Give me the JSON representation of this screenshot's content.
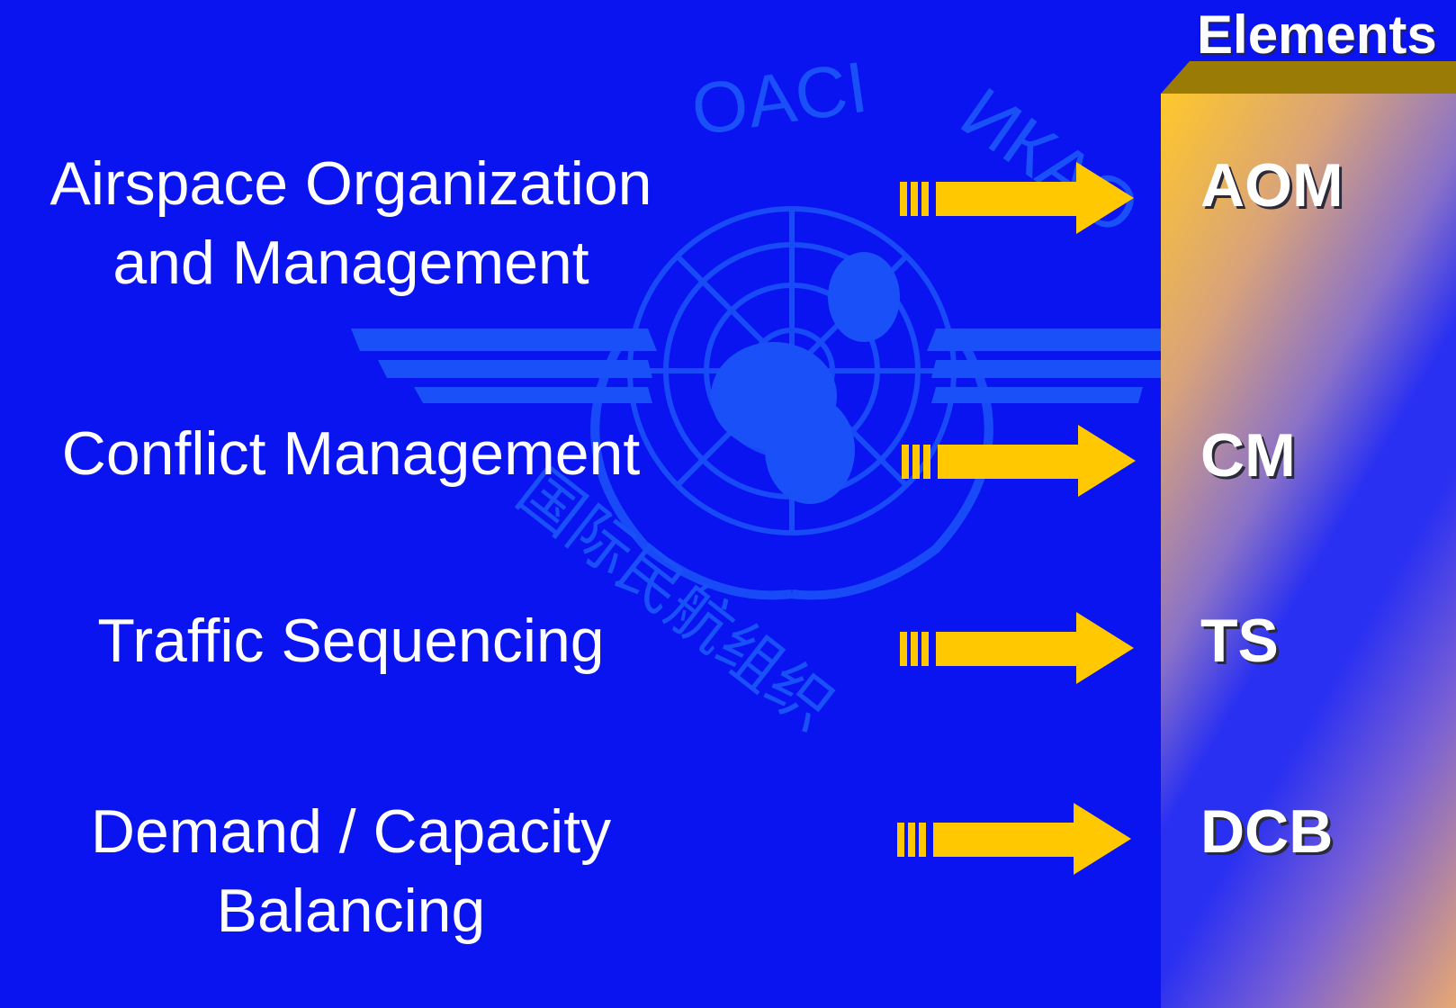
{
  "watermark": {
    "icon": "icao-emblem",
    "ring_text_top": "OACI",
    "ring_text_right": "ИКАО",
    "ring_text_bottom_cn": "国际民航组织"
  },
  "diagram": {
    "column_title": "Elements",
    "items": [
      {
        "label": "Airspace Organization\nand Management",
        "code": "AOM"
      },
      {
        "label": "Conflict Management",
        "code": "CM"
      },
      {
        "label": "Traffic Sequencing",
        "code": "TS"
      },
      {
        "label": "Demand / Capacity\nBalancing",
        "code": "DCB"
      }
    ]
  },
  "colors": {
    "background": "#0a14f0",
    "arrow": "#ffc800",
    "watermark": "#1a50f8",
    "column_top": "#9a7b05"
  }
}
